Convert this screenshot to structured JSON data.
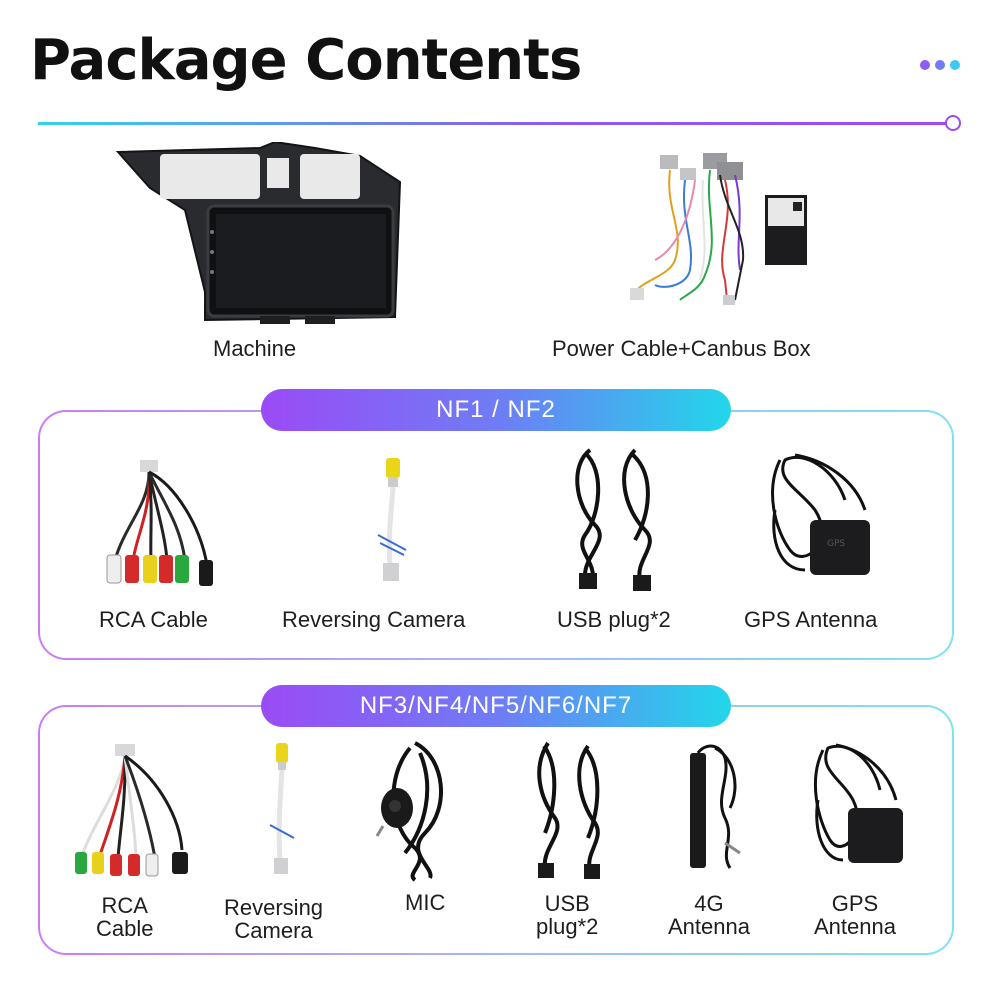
{
  "header": {
    "title": "Package Contents",
    "dot_colors": [
      "#8f5cf5",
      "#6f7cf5",
      "#3fc9ee"
    ]
  },
  "top_items": [
    {
      "label": "Machine",
      "icon": "car-radio-head-unit-icon"
    },
    {
      "label": "Power Cable+Canbus Box",
      "icon": "power-cable-canbus-icon"
    }
  ],
  "nf12": {
    "badge": "NF1 / NF2",
    "items": [
      {
        "label": "RCA Cable",
        "icon": "rca-cable-icon"
      },
      {
        "label": "Reversing Camera",
        "icon": "reversing-camera-icon"
      },
      {
        "label": "USB plug*2",
        "icon": "usb-plug-icon"
      },
      {
        "label": "GPS Antenna",
        "icon": "gps-antenna-icon"
      }
    ]
  },
  "nf37": {
    "badge": "NF3/NF4/NF5/NF6/NF7",
    "items": [
      {
        "line1": "RCA",
        "line2": "Cable",
        "icon": "rca-cable-icon"
      },
      {
        "line1": "Reversing",
        "line2": "Camera",
        "icon": "reversing-camera-icon"
      },
      {
        "line1": "MIC",
        "line2": "",
        "icon": "mic-icon"
      },
      {
        "line1": "USB",
        "line2": "plug*2",
        "icon": "usb-plug-icon"
      },
      {
        "line1": "4G",
        "line2": "Antenna",
        "icon": "4g-antenna-icon"
      },
      {
        "line1": "GPS",
        "line2": "Antenna",
        "icon": "gps-antenna-icon"
      }
    ]
  }
}
